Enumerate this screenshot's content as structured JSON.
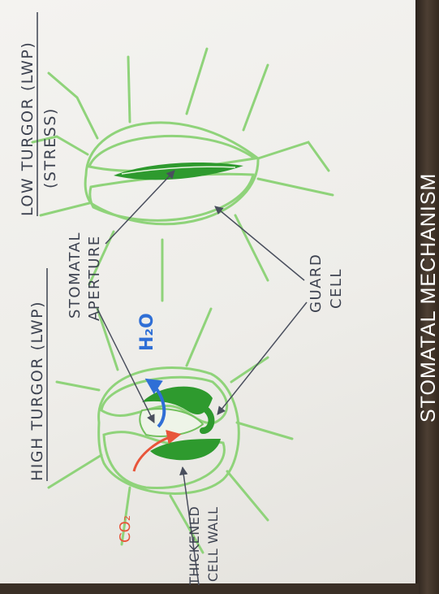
{
  "title": "STOMATAL MECHANISM",
  "high_turgor": {
    "line1": "HIGH TURGOR (LWP)"
  },
  "low_turgor": {
    "line1": "LOW TURGOR (LWP)",
    "line2": "(STRESS)"
  },
  "stomatal_aperture": {
    "line1": "STOMATAL",
    "line2": "APERTURE"
  },
  "guard_cell": {
    "line1": "GUARD",
    "line2": "CELL"
  },
  "thickened_wall": {
    "line1": "THICKENED",
    "line2": "CELL WALL"
  },
  "co2_label": "CO₂",
  "h2o_label": "H₂O",
  "colors": {
    "cell_green": "#74c15f",
    "dark_green": "#2e9a2e",
    "co2_red": "#e8553a",
    "h2o_blue": "#2f6fd6",
    "ink": "#3d4250"
  }
}
